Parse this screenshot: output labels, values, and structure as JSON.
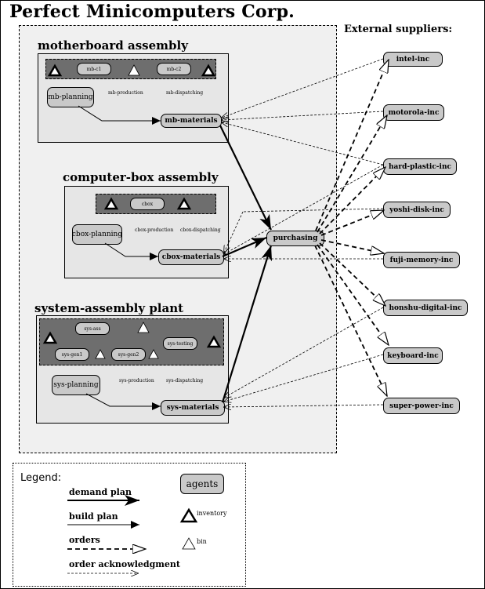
{
  "title": "Perfect Minicomputers Corp.",
  "external_title": "External suppliers:",
  "assemblies": {
    "motherboard": {
      "title": "motherboard assembly",
      "bins": [
        "mb-c1",
        "mb-c2"
      ],
      "planning": "mb-planning",
      "production": "mb-production",
      "dispatching": "mb-dispatching",
      "materials": "mb-materials"
    },
    "cbox": {
      "title": "computer-box assembly",
      "bins": [
        "cbox"
      ],
      "planning": "cbox-planning",
      "production": "cbox-production",
      "dispatching": "cbox-dispatching",
      "materials": "cbox-materials"
    },
    "system": {
      "title": "system-assembly plant",
      "bins": [
        "sys-ass",
        "sys-gen1",
        "sys-gen2",
        "sys-testing"
      ],
      "planning": "sys-planning",
      "production": "sys-production",
      "dispatching": "sys-dispatching",
      "materials": "sys-materials"
    }
  },
  "purchasing": "purchasing",
  "suppliers": [
    "intel-inc",
    "motorola-inc",
    "hard-plastic-inc",
    "yoshi-disk-inc",
    "fuji-memory-inc",
    "honshu-digital-inc",
    "keyboard-inc",
    "super-power-inc"
  ],
  "legend": {
    "title": "Legend:",
    "demand_plan": "demand plan",
    "build_plan": "build plan",
    "orders": "orders",
    "order_ack": "order acknowledgment",
    "agents": "agents",
    "inventory": "inventory",
    "bin": "bin"
  },
  "colors": {
    "agent_fill": "#c9c9c9",
    "bar_fill": "#6e6e6e",
    "box_fill": "#e6e6e6"
  }
}
